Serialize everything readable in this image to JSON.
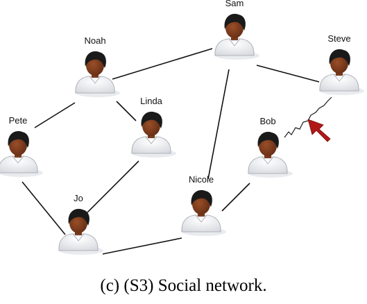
{
  "diagram": {
    "caption": "(c)  (S3) Social network.",
    "people": [
      {
        "id": "sam",
        "label": "Sam"
      },
      {
        "id": "noah",
        "label": "Noah"
      },
      {
        "id": "steve",
        "label": "Steve"
      },
      {
        "id": "linda",
        "label": "Linda"
      },
      {
        "id": "pete",
        "label": "Pete"
      },
      {
        "id": "bob",
        "label": "Bob"
      },
      {
        "id": "nicole",
        "label": "Nicole"
      },
      {
        "id": "jo",
        "label": "Jo"
      }
    ],
    "connections": [
      [
        "noah",
        "sam"
      ],
      [
        "sam",
        "steve"
      ],
      [
        "sam",
        "nicole"
      ],
      [
        "noah",
        "pete"
      ],
      [
        "noah",
        "linda"
      ],
      [
        "pete",
        "jo"
      ],
      [
        "linda",
        "jo"
      ],
      [
        "jo",
        "nicole"
      ],
      [
        "nicole",
        "bob"
      ]
    ],
    "broken_link": [
      "bob",
      "steve"
    ],
    "colors": {
      "skin": "#7a3b1e",
      "hair": "#1a1a1a",
      "shirt": "#ffffff",
      "edge": "#111111",
      "arrow": "#b01818"
    }
  }
}
